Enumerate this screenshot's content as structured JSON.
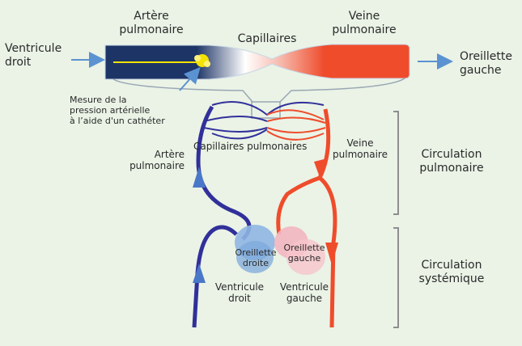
{
  "labels": {
    "ventricule_droit": "Ventricule\ndroit",
    "artere_top": "Artère\npulmonaire",
    "capillaires": "Capillaires",
    "veine_top": "Veine\npulmonaire",
    "oreillette_gauche_top": "Oreillette\ngauche",
    "mesure": "Mesure de la\npression artérielle\nà l’aide d'un cathéter",
    "capillaires_pulmonaires": "Capillaires pulmonaires",
    "artere_mid": "Artère\npulmonaire",
    "veine_mid": "Veine\npulmonaire",
    "circulation_pulmonaire": "Circulation\npulmonaire",
    "circulation_systemique": "Circulation\nsystémique",
    "oreillette_droite": "Oreillette\ndroite",
    "oreillette_gauche": "Oreillette\ngauche",
    "ventricule_droit_bottom": "Ventricule\ndroit",
    "ventricule_gauche_bottom": "Ventricule\ngauche"
  },
  "colors": {
    "background": "#eaf3e6",
    "artery_blue": "#1d3466",
    "vein_red": "#ef4c2c",
    "deep_blue_vessel": "#31309a",
    "right_heart": "#8fb6e3",
    "left_heart": "#f3b6c0",
    "arrow_blue": "#5b92d1",
    "catheter_tip": "#f4e300"
  }
}
